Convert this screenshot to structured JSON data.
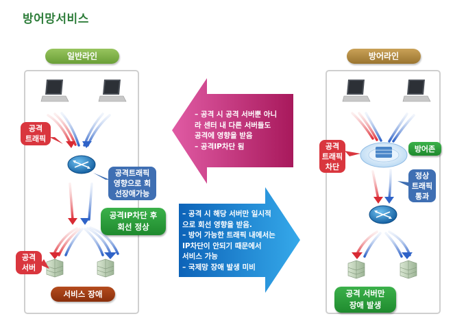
{
  "title": "방어망서비스",
  "left": {
    "label": "일반라인",
    "attack_traffic": [
      "공격",
      "트래픽"
    ],
    "impact_note": [
      "공격트래픽",
      "영향으로 회",
      "선장애가능"
    ],
    "ip_block": [
      "공격IP차단 후",
      "회선 정상"
    ],
    "attack_server": [
      "공격",
      "서버"
    ],
    "service_failure": "서비스 장애"
  },
  "right": {
    "label": "방어라인",
    "attack_block": [
      "공격",
      "트래픽",
      "차단"
    ],
    "defense_zone": "방어존",
    "normal_traffic": [
      "정상",
      "트래픽",
      "통과"
    ],
    "result": [
      "공격 서버만",
      "장애 발생"
    ]
  },
  "arrow_left_lines": [
    "–  공격 시 공격 서버뿐 아니",
    "    라 센터 내 다른 서버들도",
    "    공격에 영향을 받음",
    "–  공격IP차단 됨"
  ],
  "arrow_right_lines": [
    "–  공격 시 해당 서버만 일시적",
    "    으로 회선 영향을 받음.",
    "–  방어 가능한 트래픽 내에서는",
    "    IP차단이 안되기 때문에서",
    "    서비스 가능",
    "–  국제망 장애 발생 미비"
  ],
  "colors": {
    "title": "#2e7d3a",
    "pill_green": "#7fb04a",
    "pill_brown": "#b0893a",
    "callout_red": "#d9363e",
    "callout_blue": "#3f6fb3",
    "arrow_magenta": "#c0256f",
    "arrow_blue": "#1d8ad6",
    "service_failure": "#9c3a14"
  }
}
